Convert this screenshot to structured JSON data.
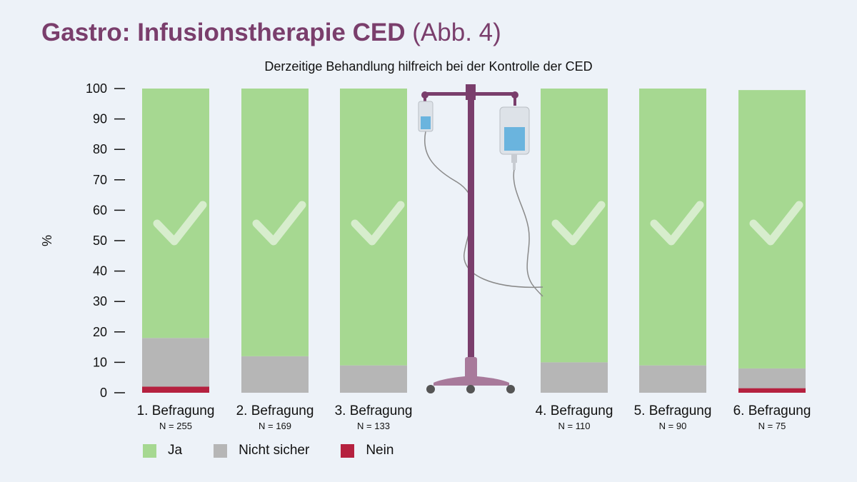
{
  "title_main": "Gastro: Infusionstherapie CED",
  "title_suffix": "(Abb. 4)",
  "chart_data": {
    "type": "bar",
    "stacked": true,
    "title": "Derzeitige Behandlung hilfreich bei der Kontrolle der CED",
    "ylabel": "%",
    "ylim": [
      0,
      100
    ],
    "yticks": [
      0,
      10,
      20,
      30,
      40,
      50,
      60,
      70,
      80,
      90,
      100
    ],
    "categories": [
      "1. Befragung",
      "2. Befragung",
      "3. Befragung",
      "4. Befragung",
      "5. Befragung",
      "6. Befragung"
    ],
    "sample_sizes": [
      "N = 255",
      "N = 169",
      "N = 133",
      "N = 110",
      "N = 90",
      "N = 75"
    ],
    "series": [
      {
        "name": "Nein",
        "color": "#b5213f",
        "values": [
          2,
          0,
          0,
          0,
          0,
          1.5
        ]
      },
      {
        "name": "Nicht sicher",
        "color": "#b6b6b6",
        "values": [
          16,
          12,
          9,
          10,
          9,
          6.5
        ]
      },
      {
        "name": "Ja",
        "color": "#a6d891",
        "values": [
          82,
          88,
          91,
          90,
          91,
          91.5
        ]
      }
    ],
    "legend_position": "bottom-left",
    "grid": false
  },
  "colors": {
    "title": "#7a3e6c",
    "pole": "#7a3e6c",
    "bag_fluid": "#6ab4de",
    "background": "#edf2f8"
  },
  "icons": {
    "bar_overlay": "checkmark-icon",
    "center_illustration": "infusion-stand-icon"
  }
}
